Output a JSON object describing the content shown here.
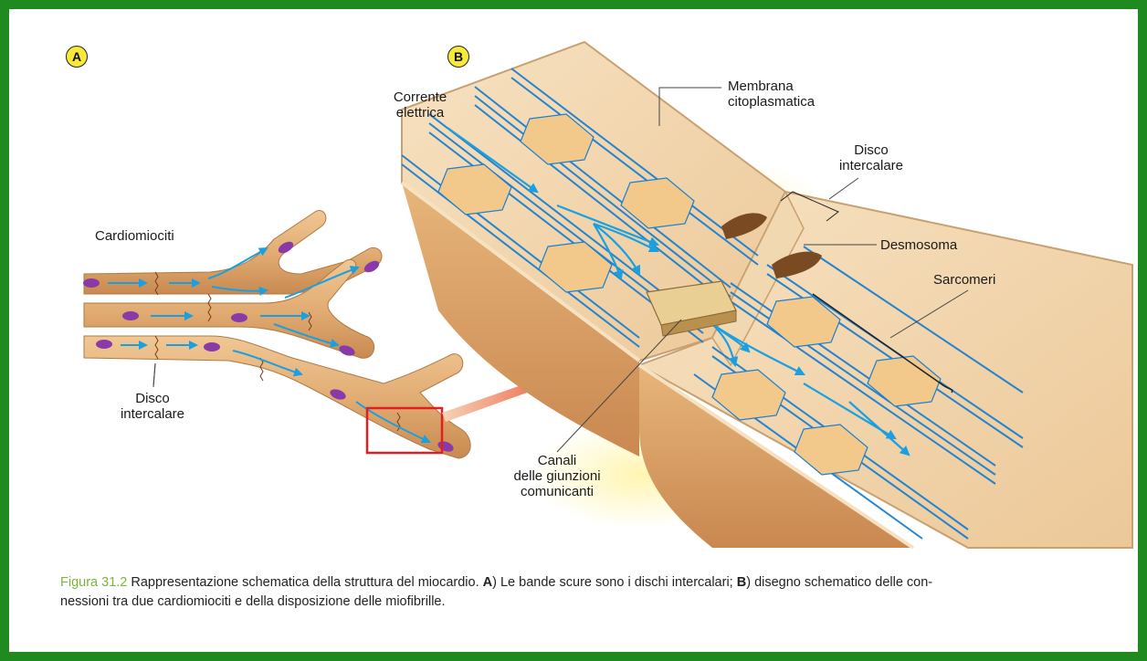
{
  "panels": {
    "a": "A",
    "b": "B"
  },
  "labels": {
    "cardiomiociti": "Cardiomiociti",
    "disco_a_1": "Disco",
    "disco_a_2": "intercalare",
    "corrente_1": "Corrente",
    "corrente_2": "elettrica",
    "membrana_1": "Membrana",
    "membrana_2": "citoplasmatica",
    "disco_b_1": "Disco",
    "disco_b_2": "intercalare",
    "desmosoma": "Desmosoma",
    "sarcomeri": "Sarcomeri",
    "canali_1": "Canali",
    "canali_2": "delle giunzioni",
    "canali_3": "comunicanti"
  },
  "caption": {
    "figure_label": "Figura 31.2",
    "text_1": " Rappresentazione schematica della struttura del miocardio. ",
    "a_ref": "A",
    "text_2": ") Le bande scure sono i dischi intercalari; ",
    "b_ref": "B",
    "text_3": ") disegno schematico delle con-",
    "text_4": "nessioni tra due cardiomiociti e della disposizione delle miofibrille."
  },
  "colors": {
    "frame": "#1f8a1f",
    "cell": "#e3b07a",
    "nucleus": "#8a3aa8",
    "arrow": "#1aa0e0",
    "highlight_box": "#e02020",
    "figure_label": "#7db43a"
  }
}
